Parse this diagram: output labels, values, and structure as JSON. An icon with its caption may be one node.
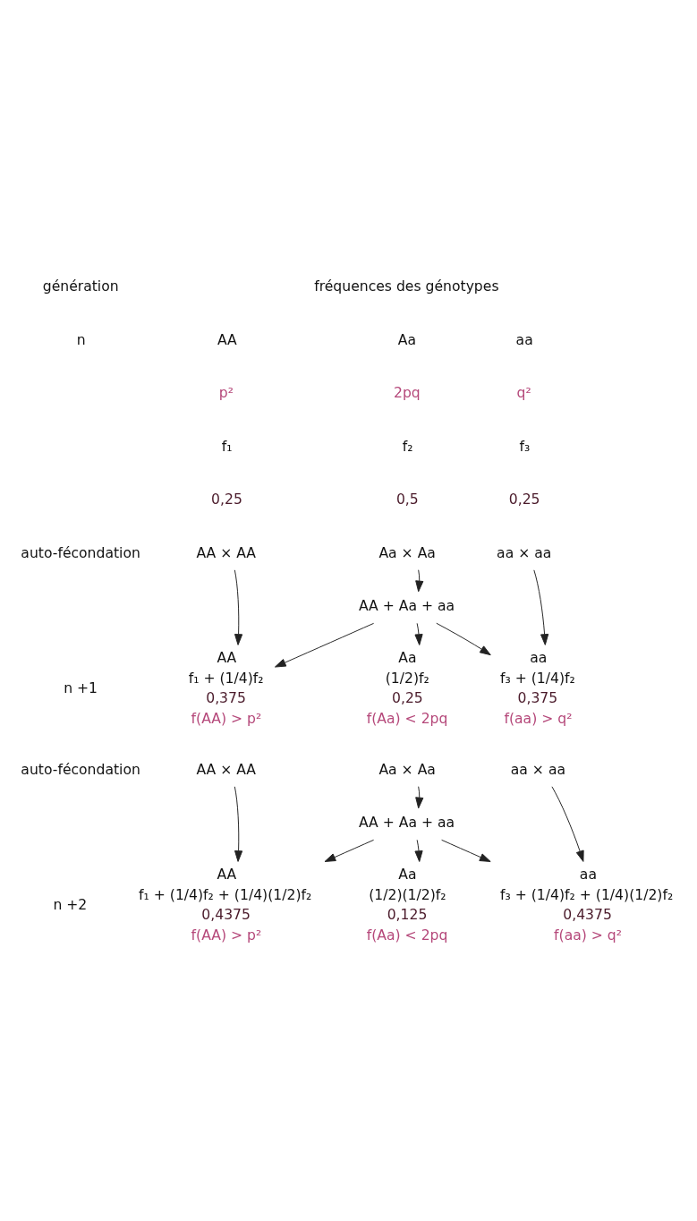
{
  "diagram": {
    "nodes": [
      {
        "text": [
          "AA × AA"
        ]
      },
      {
        "text": [
          "Aa × Aa"
        ]
      },
      {
        "text": [
          "aa × aa"
        ]
      },
      {
        "text": [
          "AA + Aa + aa"
        ]
      },
      {
        "text": [
          "AA",
          "f₁ + (1/4)f₂",
          "0,375",
          "f(AA) > p²"
        ]
      },
      {
        "text": [
          "Aa",
          "(1/2)f₂",
          "0,25",
          "f(Aa) < 2pq"
        ]
      },
      {
        "text": [
          "aa",
          "f₃ + (1/4)f₂",
          "0,375",
          "f(aa) > q²"
        ]
      },
      {
        "text": [
          "AA × AA"
        ]
      },
      {
        "text": [
          "Aa × Aa"
        ]
      },
      {
        "text": [
          "aa × aa"
        ]
      },
      {
        "text": [
          "AA + Aa + aa"
        ]
      },
      {
        "text": [
          "AA",
          "f₁ + (1/4)f₂ + (1/4)(1/2)f₂",
          "0,4375",
          "f(AA) > p²"
        ]
      },
      {
        "text": [
          "Aa",
          "(1/2)(1/2)f₂",
          "0,125",
          "f(Aa) < 2pq"
        ]
      },
      {
        "text": [
          "aa",
          "f₃ + (1/4)f₂ + (1/4)(1/2)f₂",
          "0,4375",
          "f(aa) > q²"
        ]
      }
    ],
    "edges": [
      {
        "from": 0,
        "to": 4,
        "arrow": "to"
      },
      {
        "from": 1,
        "to": 3,
        "arrow": "to"
      },
      {
        "from": 3,
        "to": 4,
        "arrow": "to"
      },
      {
        "from": 3,
        "to": 5,
        "arrow": "to"
      },
      {
        "from": 3,
        "to": 6,
        "arrow": "to"
      },
      {
        "from": 2,
        "to": 6,
        "arrow": "to"
      },
      {
        "from": 7,
        "to": 11,
        "arrow": "to"
      },
      {
        "from": 8,
        "to": 10,
        "arrow": "to"
      },
      {
        "from": 10,
        "to": 11,
        "arrow": "to"
      },
      {
        "from": 10,
        "to": 12,
        "arrow": "to"
      },
      {
        "from": 10,
        "to": 13,
        "arrow": "to"
      },
      {
        "from": 9,
        "to": 13,
        "arrow": "to"
      }
    ],
    "labels": [
      "génération",
      "fréquences des génotypes",
      "n",
      "AA",
      "Aa",
      "aa",
      "p²",
      "2pq",
      "q²",
      "f₁",
      "f₂",
      "f₃",
      "0,25",
      "0,5",
      "0,25",
      "auto-fécondation",
      "n +1",
      "auto-fécondation",
      "n +2"
    ]
  }
}
